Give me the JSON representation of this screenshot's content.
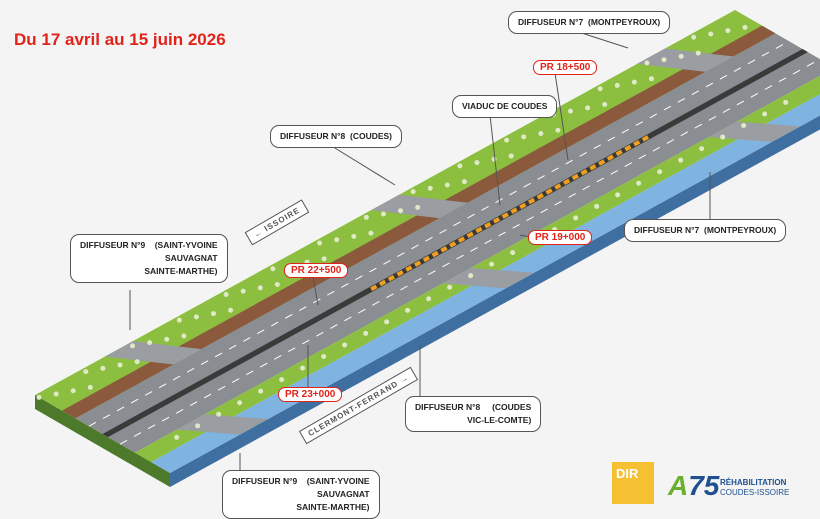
{
  "title": "Du 17 avril au 15 juin 2026",
  "labels": {
    "d7_top": "DIFFUSEUR N°7  (MONTPEYROUX)",
    "d7_right": "DIFFUSEUR N°7  (MONTPEYROUX)",
    "d8_top": "DIFFUSEUR N°8  (COUDES)",
    "d8_bottom": "DIFFUSEUR N°8     (COUDES\nVIC-LE-COMTE)",
    "d9_left": "DIFFUSEUR N°9    (SAINT-YVOINE\nSAUVAGNAT\nSAINTE-MARTHE)",
    "d9_bottom": "DIFFUSEUR N°9    (SAINT-YVOINE\nSAUVAGNAT\nSAINTE-MARTHE)",
    "viaduc": "VIADUC DE COUDES"
  },
  "pr": {
    "p18500": "PR 18+500",
    "p19000": "PR 19+000",
    "p22500": "PR 22+500",
    "p23000": "PR 23+000"
  },
  "signs": {
    "issoire": "← ISSOIRE",
    "clermont": "CLERMONT-FERRAND →"
  },
  "logos": {
    "dir": "DIR",
    "a75_a": "A",
    "a75_b": "75",
    "reh1": "RÉHABILITATION",
    "reh2": "COUDES-ISSOIRE"
  },
  "colors": {
    "red": "#e2231a",
    "grass": "#8cbf3f",
    "road": "#8a8d91",
    "river": "#7fb3e0",
    "earth": "#8b5a3c"
  }
}
